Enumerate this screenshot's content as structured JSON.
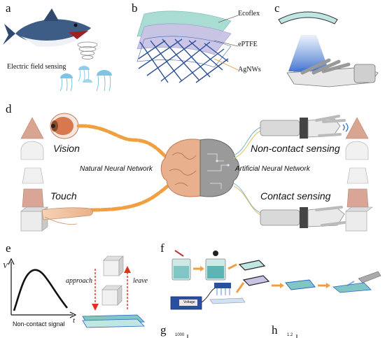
{
  "panels": {
    "a": {
      "letter": "a",
      "caption": "Electric field sensing"
    },
    "b": {
      "letter": "b",
      "layers": [
        "Ecoflex",
        "ePTFE",
        "AgNWs"
      ]
    },
    "c": {
      "letter": "c"
    },
    "d": {
      "letter": "d",
      "labels": {
        "vision": "Vision",
        "touch": "Touch",
        "natural": "Natural Neural Network",
        "artificial": "Artificial Neural Network",
        "non_contact": "Non-contact sensing",
        "contact": "Contact sensing"
      }
    },
    "e": {
      "letter": "e",
      "axis_y": "V",
      "axis_x": "t",
      "xlabel": "Non-contact signal",
      "approach": "approach",
      "leave": "leave"
    },
    "f": {
      "letter": "f",
      "device_label": "Voltage"
    },
    "g": {
      "letter": "g",
      "tick": "1000"
    },
    "h": {
      "letter": "h",
      "tick": "1.2"
    }
  },
  "colors": {
    "nerve": "#f0a040",
    "brain_left": "#e8b08c",
    "brain_right": "#9a9a9a",
    "robot": "#d9d9d9",
    "arrow": "#e03020",
    "teal": "#7fc6c4"
  }
}
